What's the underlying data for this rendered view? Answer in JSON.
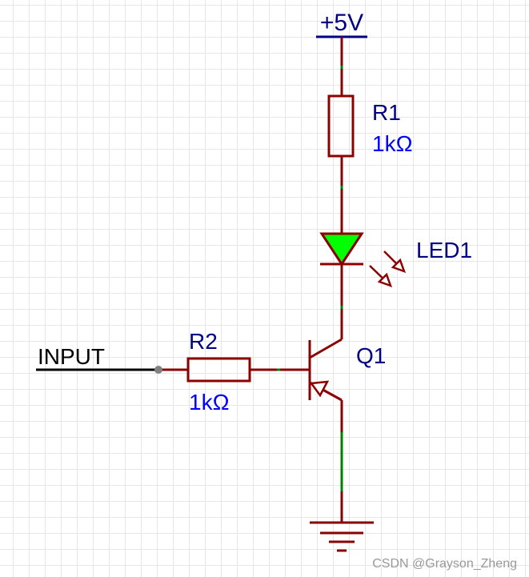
{
  "supply_label": "+5V",
  "r1": {
    "ref": "R1",
    "value": "1kΩ"
  },
  "led1": {
    "ref": "LED1"
  },
  "q1": {
    "ref": "Q1"
  },
  "r2": {
    "ref": "R2",
    "value": "1kΩ"
  },
  "input_label": "INPUT",
  "watermark": "CSDN @Grayson_Zheng",
  "colors": {
    "wire": "#8b0000",
    "net_wire": "#000000",
    "ref_text": "#000080",
    "value_text": "#0000ff",
    "led_fill": "#00ff00",
    "connection_dot": "#008000",
    "grid": "#e6e6e6",
    "watermark": "#999999"
  }
}
